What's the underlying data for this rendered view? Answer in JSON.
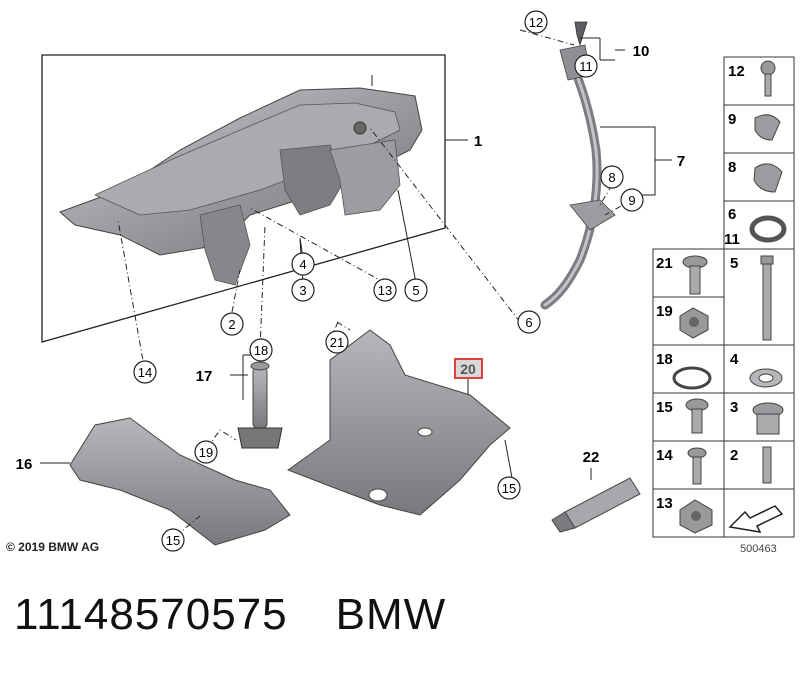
{
  "callouts": [
    {
      "id": "c1",
      "label": "1"
    },
    {
      "id": "c2",
      "label": "2"
    },
    {
      "id": "c3",
      "label": "3"
    },
    {
      "id": "c4",
      "label": "4"
    },
    {
      "id": "c5",
      "label": "5"
    },
    {
      "id": "c6",
      "label": "6"
    },
    {
      "id": "c7",
      "label": "7"
    },
    {
      "id": "c8",
      "label": "8"
    },
    {
      "id": "c9",
      "label": "9"
    },
    {
      "id": "c10",
      "label": "10"
    },
    {
      "id": "c11",
      "label": "11"
    },
    {
      "id": "c12",
      "label": "12"
    },
    {
      "id": "c13",
      "label": "13"
    },
    {
      "id": "c14",
      "label": "14"
    },
    {
      "id": "c15a",
      "label": "15"
    },
    {
      "id": "c15b",
      "label": "15"
    },
    {
      "id": "c16",
      "label": "16"
    },
    {
      "id": "c17",
      "label": "17"
    },
    {
      "id": "c18",
      "label": "18"
    },
    {
      "id": "c19",
      "label": "19"
    },
    {
      "id": "c20",
      "label": "20"
    },
    {
      "id": "c21",
      "label": "21"
    },
    {
      "id": "c22",
      "label": "22"
    }
  ],
  "parts_table": [
    {
      "id": "t12",
      "label": "12"
    },
    {
      "id": "t9",
      "label": "9"
    },
    {
      "id": "t8",
      "label": "8"
    },
    {
      "id": "t6",
      "label": "6"
    },
    {
      "id": "t11",
      "label": "11"
    },
    {
      "id": "t21",
      "label": "21"
    },
    {
      "id": "t5",
      "label": "5"
    },
    {
      "id": "t19",
      "label": "19"
    },
    {
      "id": "t18",
      "label": "18"
    },
    {
      "id": "t4",
      "label": "4"
    },
    {
      "id": "t15",
      "label": "15"
    },
    {
      "id": "t3",
      "label": "3"
    },
    {
      "id": "t14",
      "label": "14"
    },
    {
      "id": "t2",
      "label": "2"
    },
    {
      "id": "t13",
      "label": "13"
    }
  ],
  "highlighted_part": "20",
  "copyright": "© 2019 BMW AG",
  "diagram_number": "500463",
  "part_number": "11148570575",
  "brand": "BMW",
  "colors": {
    "highlight": "#e04040",
    "part_fill": "#8e9094",
    "part_dark": "#6e7074",
    "line": "#222222"
  }
}
